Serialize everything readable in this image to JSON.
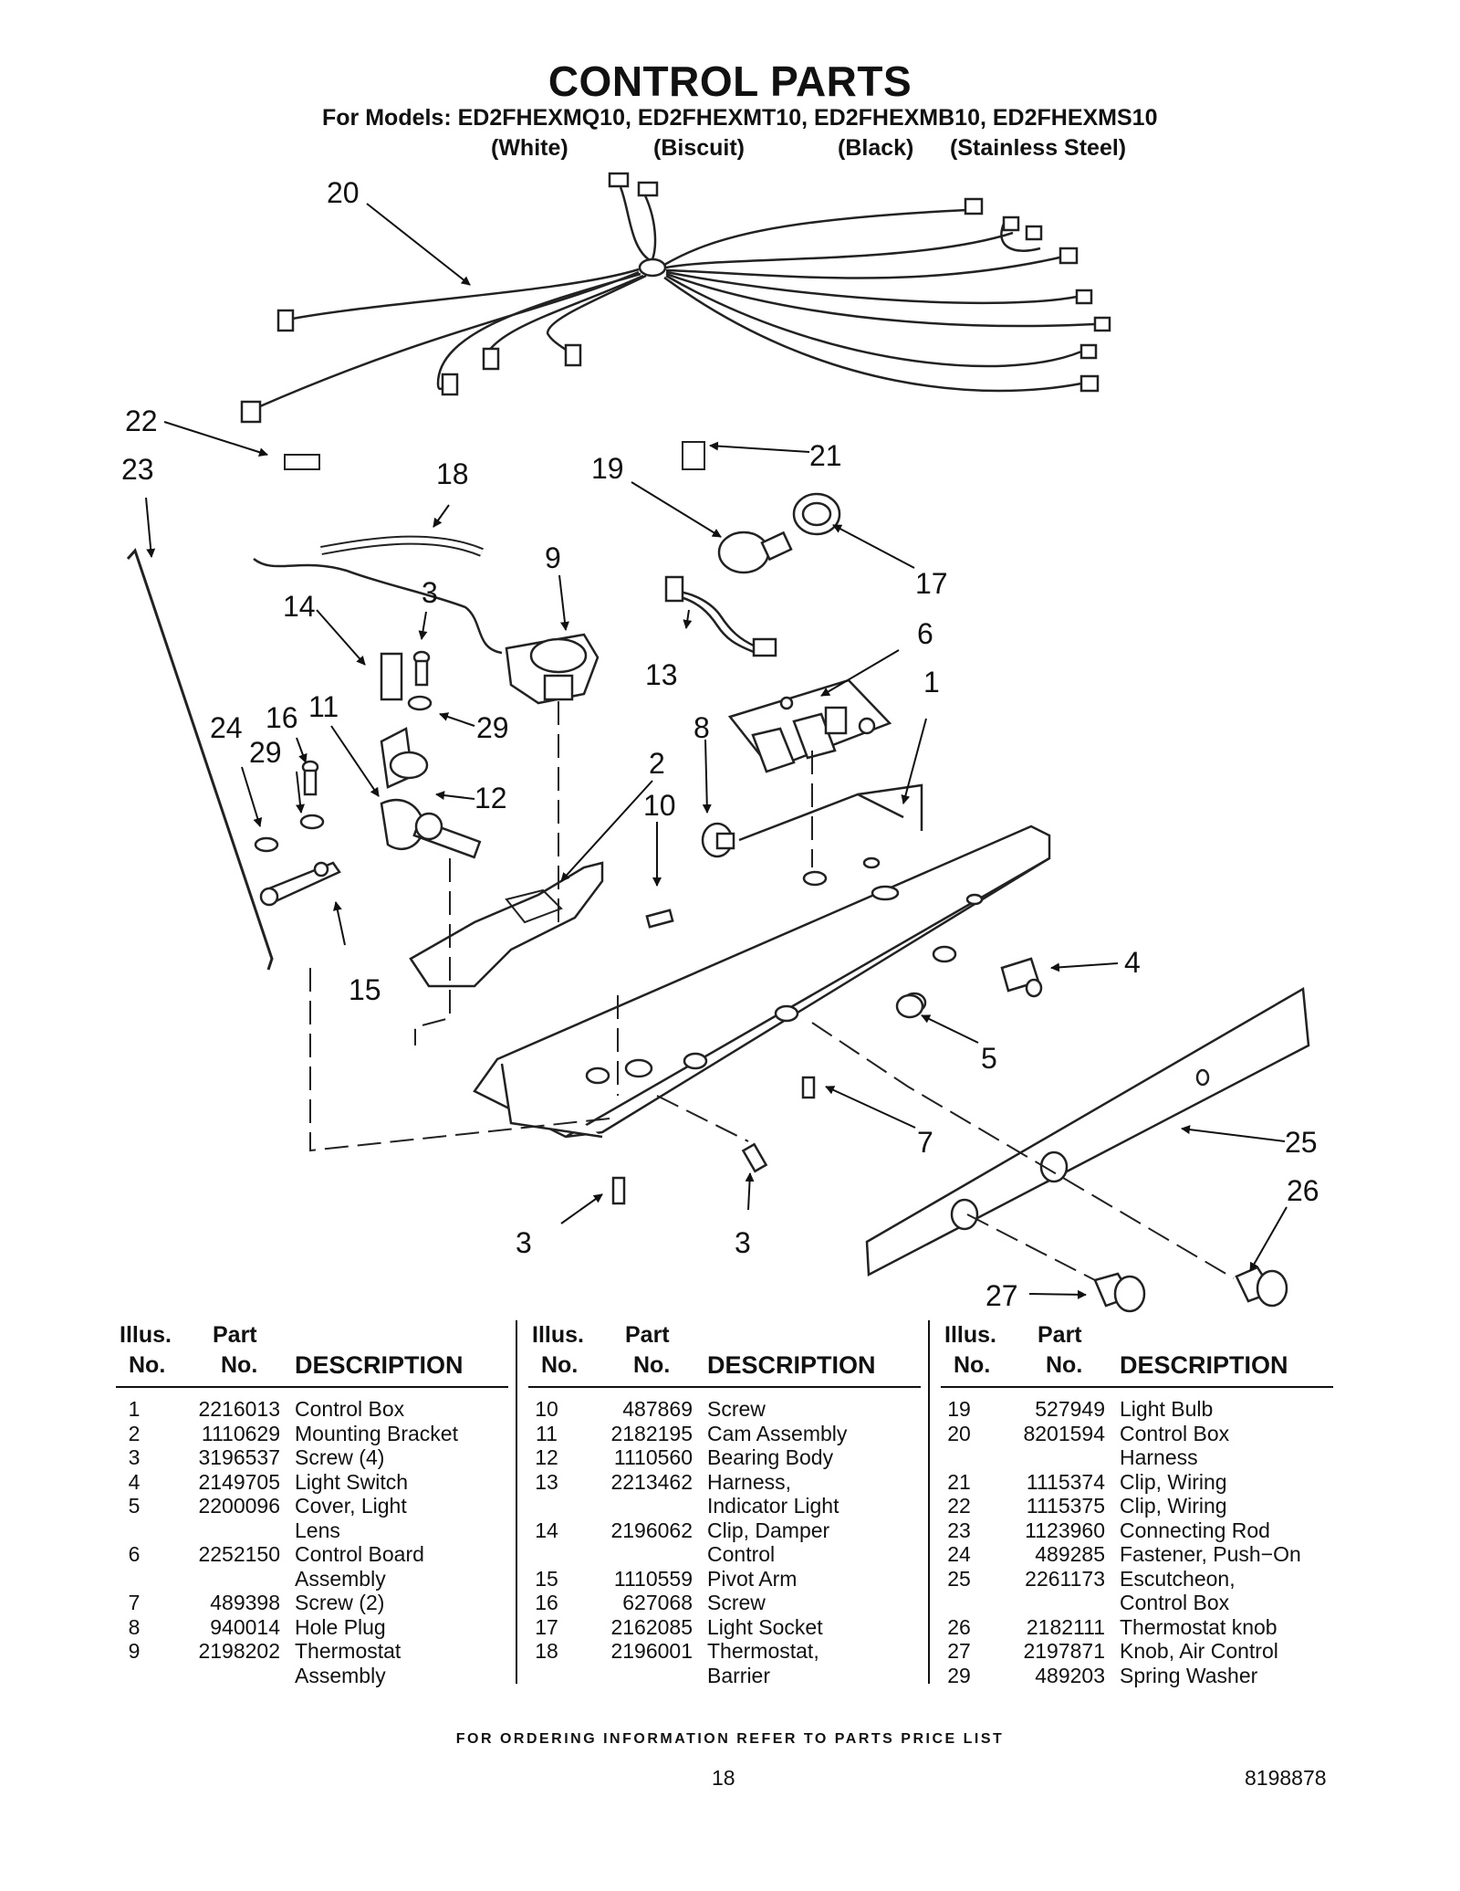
{
  "header": {
    "title": "CONTROL PARTS",
    "models_line": "For Models: ED2FHEXMQ10, ED2FHEXMT10, ED2FHEXMB10, ED2FHEXMS10",
    "colors": [
      "(White)",
      "(Biscuit)",
      "(Black)",
      "(Stainless Steel)"
    ]
  },
  "callouts": [
    "20",
    "22",
    "23",
    "18",
    "19",
    "21",
    "17",
    "9",
    "14",
    "3",
    "13",
    "6",
    "16",
    "11",
    "29",
    "1",
    "24",
    "29",
    "8",
    "12",
    "2",
    "10",
    "15",
    "4",
    "5",
    "7",
    "25",
    "3",
    "3",
    "26",
    "27"
  ],
  "table": {
    "headers": {
      "illus_line1": "Illus.",
      "illus_line2": "No.",
      "part_line1": "Part",
      "part_line2": "No.",
      "description": "DESCRIPTION"
    },
    "columns": [
      [
        {
          "no": "1",
          "part": "2216013",
          "desc": "Control Box"
        },
        {
          "no": "2",
          "part": "1110629",
          "desc": "Mounting Bracket"
        },
        {
          "no": "3",
          "part": "3196537",
          "desc": "Screw (4)"
        },
        {
          "no": "4",
          "part": "2149705",
          "desc": "Light Switch"
        },
        {
          "no": "5",
          "part": "2200096",
          "desc": "Cover, Light"
        },
        {
          "no": "",
          "part": "",
          "desc": "Lens"
        },
        {
          "no": "6",
          "part": "2252150",
          "desc": "Control Board"
        },
        {
          "no": "",
          "part": "",
          "desc": "Assembly"
        },
        {
          "no": "7",
          "part": "489398",
          "desc": "Screw (2)"
        },
        {
          "no": "8",
          "part": "940014",
          "desc": "Hole Plug"
        },
        {
          "no": "9",
          "part": "2198202",
          "desc": "Thermostat"
        },
        {
          "no": "",
          "part": "",
          "desc": "Assembly"
        }
      ],
      [
        {
          "no": "10",
          "part": "487869",
          "desc": "Screw"
        },
        {
          "no": "11",
          "part": "2182195",
          "desc": "Cam Assembly"
        },
        {
          "no": "12",
          "part": "1110560",
          "desc": "Bearing Body"
        },
        {
          "no": "13",
          "part": "2213462",
          "desc": "Harness,"
        },
        {
          "no": "",
          "part": "",
          "desc": "Indicator Light"
        },
        {
          "no": "14",
          "part": "2196062",
          "desc": "Clip, Damper"
        },
        {
          "no": "",
          "part": "",
          "desc": "Control"
        },
        {
          "no": "15",
          "part": "1110559",
          "desc": "Pivot Arm"
        },
        {
          "no": "16",
          "part": "627068",
          "desc": "Screw"
        },
        {
          "no": "17",
          "part": "2162085",
          "desc": "Light Socket"
        },
        {
          "no": "18",
          "part": "2196001",
          "desc": "Thermostat,"
        },
        {
          "no": "",
          "part": "",
          "desc": "Barrier"
        }
      ],
      [
        {
          "no": "19",
          "part": "527949",
          "desc": "Light Bulb"
        },
        {
          "no": "20",
          "part": "8201594",
          "desc": "Control Box"
        },
        {
          "no": "",
          "part": "",
          "desc": "Harness"
        },
        {
          "no": "21",
          "part": "1115374",
          "desc": "Clip, Wiring"
        },
        {
          "no": "22",
          "part": "1115375",
          "desc": "Clip, Wiring"
        },
        {
          "no": "23",
          "part": "1123960",
          "desc": "Connecting Rod"
        },
        {
          "no": "24",
          "part": "489285",
          "desc": "Fastener, Push−On"
        },
        {
          "no": "25",
          "part": "2261173",
          "desc": "Escutcheon,"
        },
        {
          "no": "",
          "part": "",
          "desc": "Control Box"
        },
        {
          "no": "26",
          "part": "2182111",
          "desc": "Thermostat knob"
        },
        {
          "no": "27",
          "part": "2197871",
          "desc": "Knob, Air Control"
        },
        {
          "no": "29",
          "part": "489203",
          "desc": "Spring Washer"
        }
      ]
    ]
  },
  "footer": {
    "ordering_note": "FOR ORDERING INFORMATION REFER TO PARTS PRICE LIST",
    "page_number": "18",
    "document_number": "8198878"
  }
}
